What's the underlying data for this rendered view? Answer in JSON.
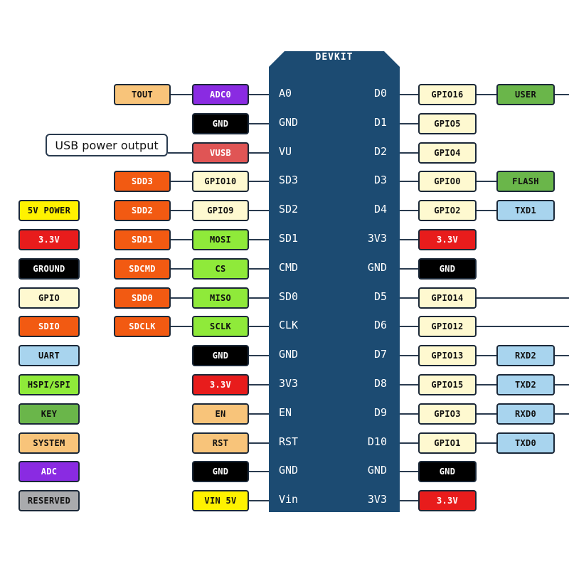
{
  "board": {
    "title": "DEVKIT"
  },
  "colors": {
    "tout": "#f8c47a",
    "adc": "#8a2be2",
    "gnd": "#000000",
    "vusb": "#e05555",
    "gpio": "#fef9d0",
    "sdio": "#f25a12",
    "power33": "#e81c1c",
    "hspi": "#8fea3a",
    "key": "#6ab64a",
    "uart": "#a8d4ee",
    "system": "#f8c47a",
    "vin": "#fff200",
    "reserved": "#a9aaad",
    "board": "#1c4b72"
  },
  "left_pins": [
    "A0",
    "GND",
    "VU",
    "SD3",
    "SD2",
    "SD1",
    "CMD",
    "SD0",
    "CLK",
    "GND",
    "3V3",
    "EN",
    "RST",
    "GND",
    "Vin"
  ],
  "right_pins": [
    "D0",
    "D1",
    "D2",
    "D3",
    "D4",
    "3V3",
    "GND",
    "D5",
    "D6",
    "D7",
    "D8",
    "D9",
    "D10",
    "GND",
    "3V3"
  ],
  "left_func": [
    "ADC0",
    "GND",
    "VUSB",
    "GPIO10",
    "GPIO9",
    "MOSI",
    "CS",
    "MISO",
    "SCLK",
    "GND",
    "3.3V",
    "EN",
    "RST",
    "GND",
    "VIN 5V"
  ],
  "left_outer": [
    "TOUT",
    "",
    "",
    "SDD3",
    "SDD2",
    "SDD1",
    "SDCMD",
    "SDD0",
    "SDCLK",
    "",
    "",
    "",
    "",
    "",
    ""
  ],
  "right_func": [
    "GPIO16",
    "GPIO5",
    "GPIO4",
    "GPIO0",
    "GPIO2",
    "3.3V",
    "GND",
    "GPIO14",
    "GPIO12",
    "GPIO13",
    "GPIO15",
    "GPIO3",
    "GPIO1",
    "GND",
    "3.3V"
  ],
  "right_outer": [
    "USER",
    "",
    "",
    "FLASH",
    "TXD1",
    "",
    "",
    "",
    "",
    "RXD2",
    "TXD2",
    "RXD0",
    "TXD0",
    "",
    ""
  ],
  "usb_label": "USB power output",
  "legend": [
    "5V POWER",
    "3.3V",
    "GROUND",
    "GPIO",
    "SDIO",
    "UART",
    "HSPI/SPI",
    "KEY",
    "SYSTEM",
    "ADC",
    "RESERVED"
  ]
}
